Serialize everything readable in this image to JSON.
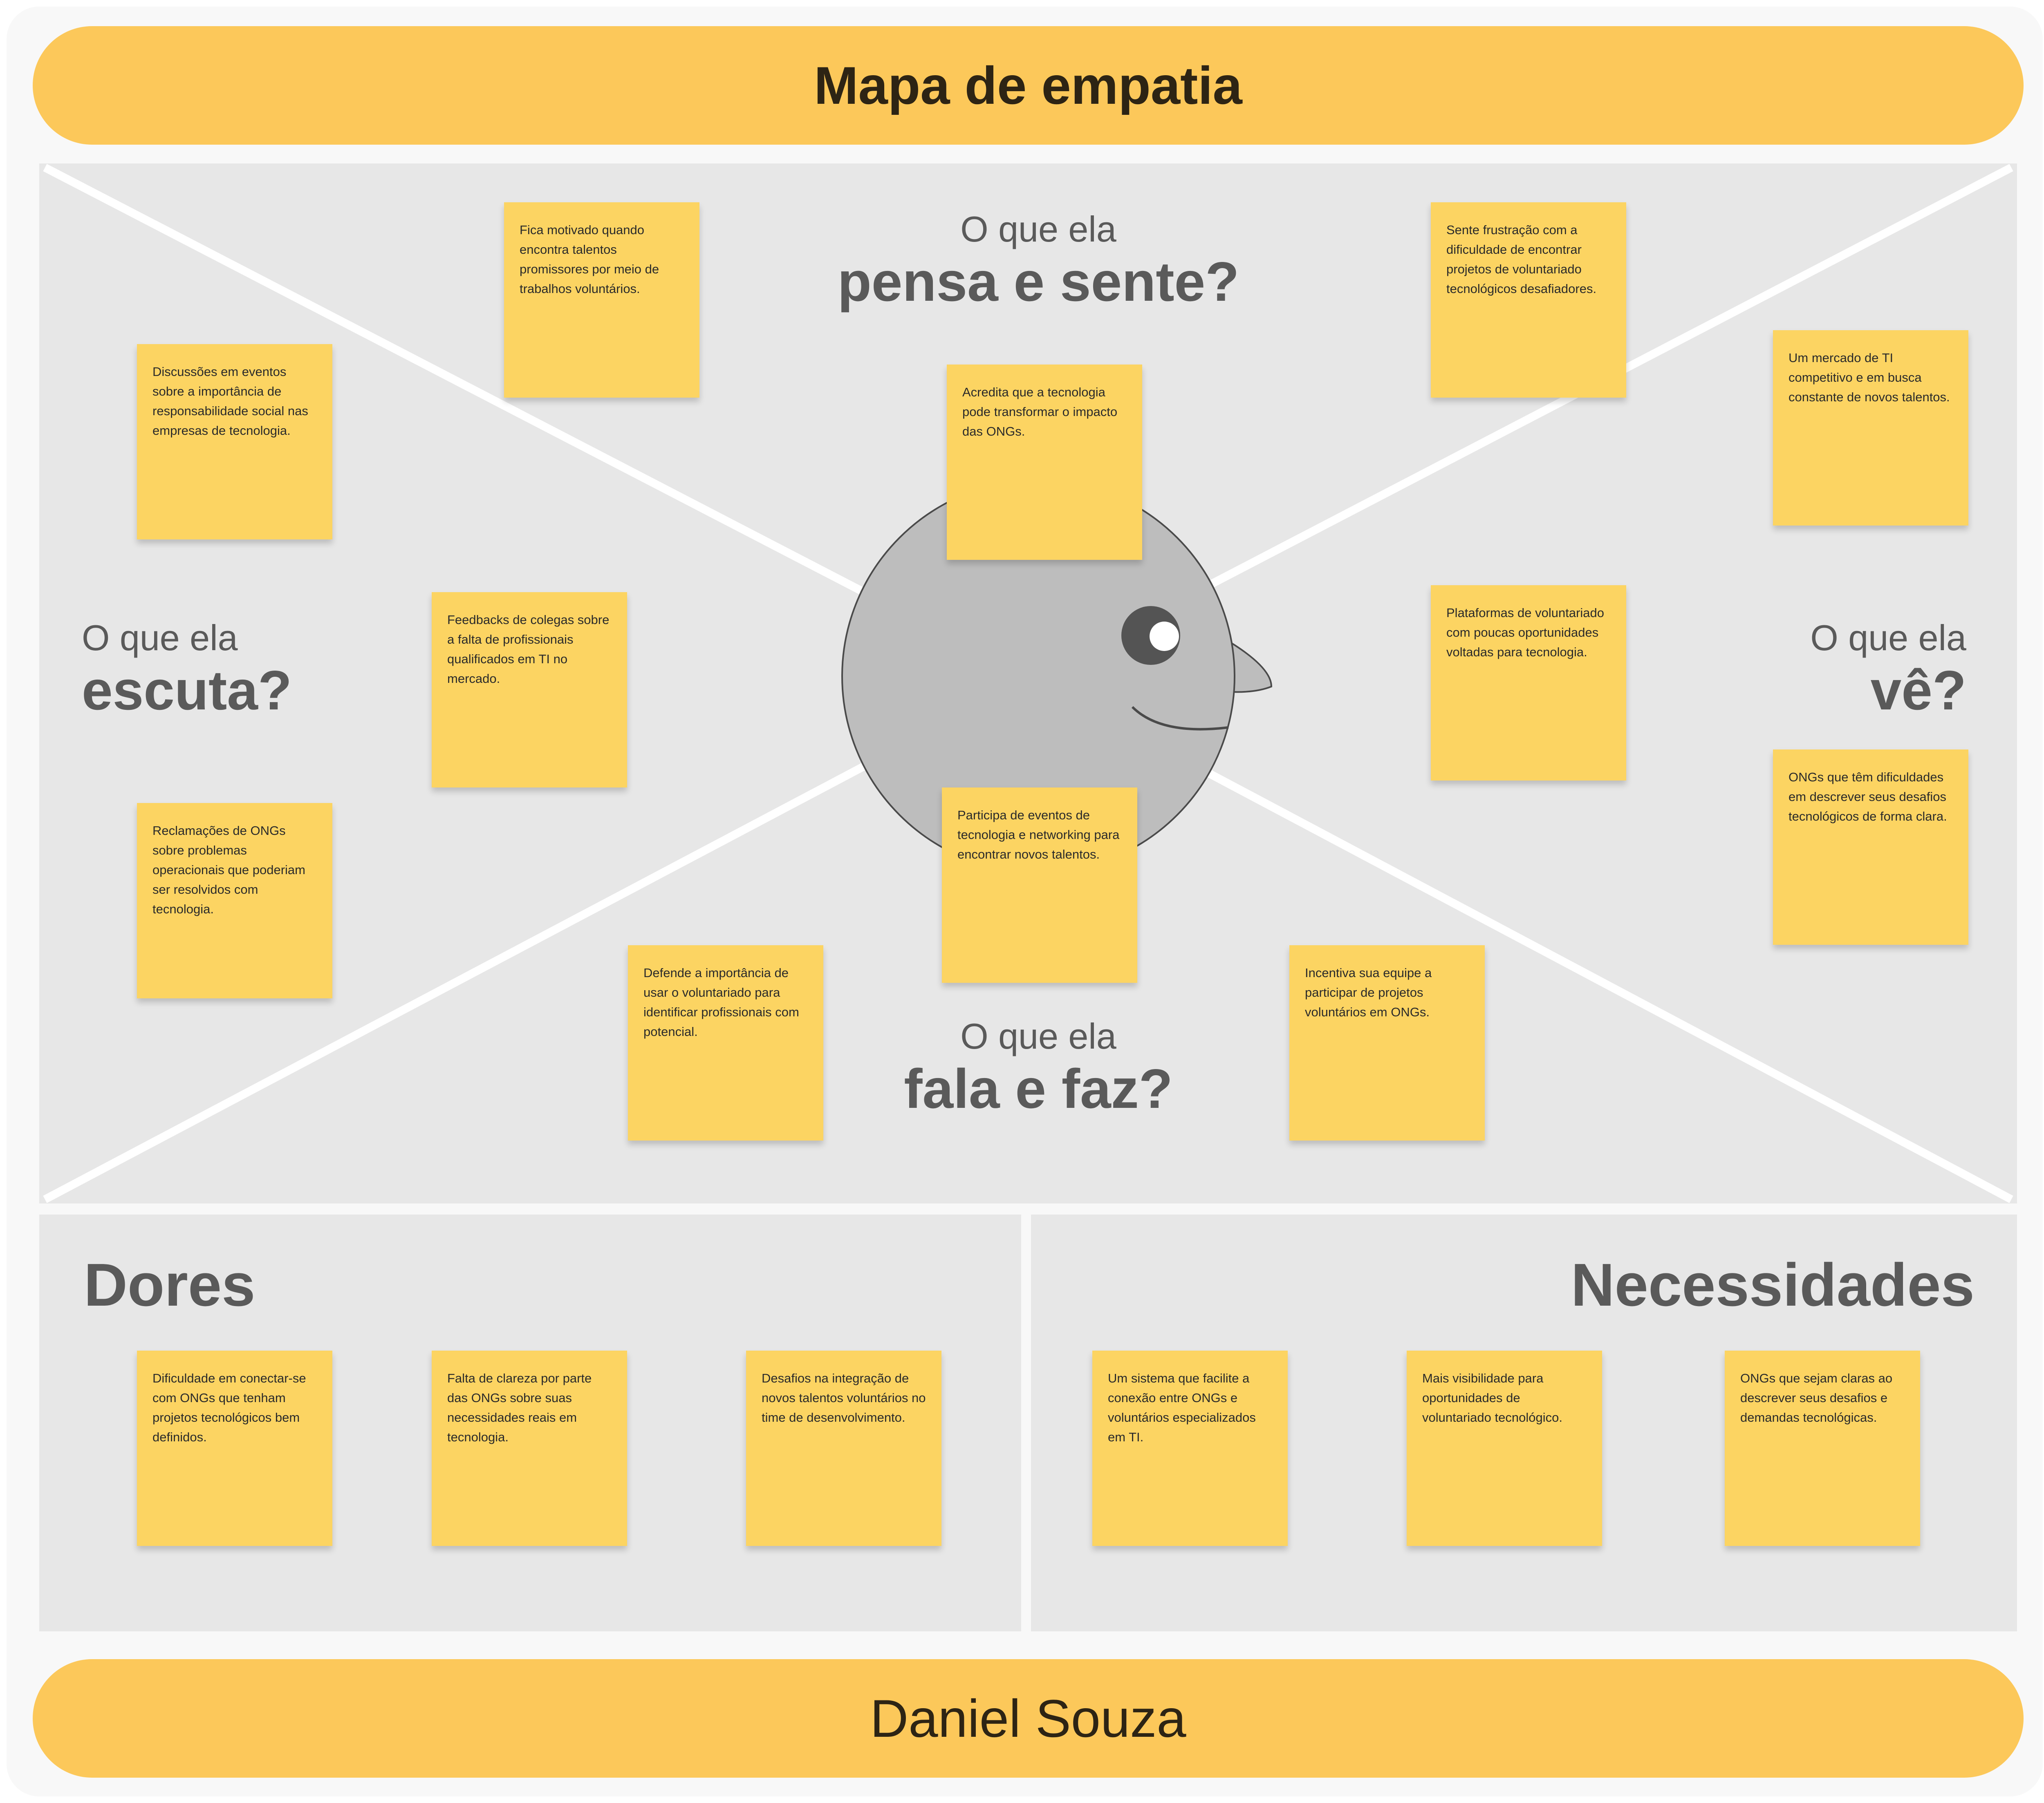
{
  "header": {
    "title": "Mapa de empatia"
  },
  "footer": {
    "name": "Daniel Souza"
  },
  "quadrants": {
    "pensa": {
      "prefix": "O que ela",
      "title": "pensa e sente?"
    },
    "escuta": {
      "prefix": "O que ela",
      "title": "escuta?"
    },
    "ve": {
      "prefix": "O que ela",
      "title": "vê?"
    },
    "fala": {
      "prefix": "O que ela",
      "title": "fala e faz?"
    }
  },
  "sections": {
    "dores": {
      "title": "Dores"
    },
    "necessidades": {
      "title": "Necessidades"
    }
  },
  "notes": {
    "pensa": [
      "Fica motivado quando encontra talentos promissores por meio de trabalhos voluntários.",
      "Acredita que a tecnologia pode transformar o impacto das ONGs.",
      "Sente frustração com a dificuldade de encontrar projetos de voluntariado tecnológicos desafiadores."
    ],
    "escuta": [
      "Discussões em eventos sobre a importância de responsabilidade social nas empresas de tecnologia.",
      "Feedbacks de colegas sobre a falta de profissionais qualificados em TI no mercado.",
      "Reclamações de ONGs sobre problemas operacionais que poderiam ser resolvidos com tecnologia."
    ],
    "ve": [
      "Um mercado de TI competitivo e em busca constante de novos talentos.",
      "Plataformas de voluntariado com poucas oportunidades voltadas para tecnologia.",
      "ONGs que têm dificuldades em descrever seus desafios tecnológicos de forma clara."
    ],
    "fala": [
      "Participa de eventos de tecnologia e networking para encontrar novos talentos.",
      "Defende a importância de usar o voluntariado para identificar profissionais com potencial.",
      "Incentiva sua equipe a participar de projetos voluntários em ONGs."
    ],
    "dores": [
      "Dificuldade em conectar-se com ONGs que tenham projetos tecnológicos bem definidos.",
      "Falta de clareza por parte das ONGs sobre suas necessidades reais em tecnologia.",
      "Desafios na integração de novos talentos voluntários no time de desenvolvimento."
    ],
    "necessidades": [
      "Um sistema que facilite a conexão entre ONGs e voluntários especializados em TI.",
      "Mais visibilidade para oportunidades de voluntariado tecnológico.",
      "ONGs que sejam claras ao descrever seus desafios e demandas tecnológicas."
    ]
  },
  "colors": {
    "banner": "#fcc85a",
    "panel": "#e7e7e7",
    "note": "#fcd462",
    "heading": "#5a5a5a"
  }
}
